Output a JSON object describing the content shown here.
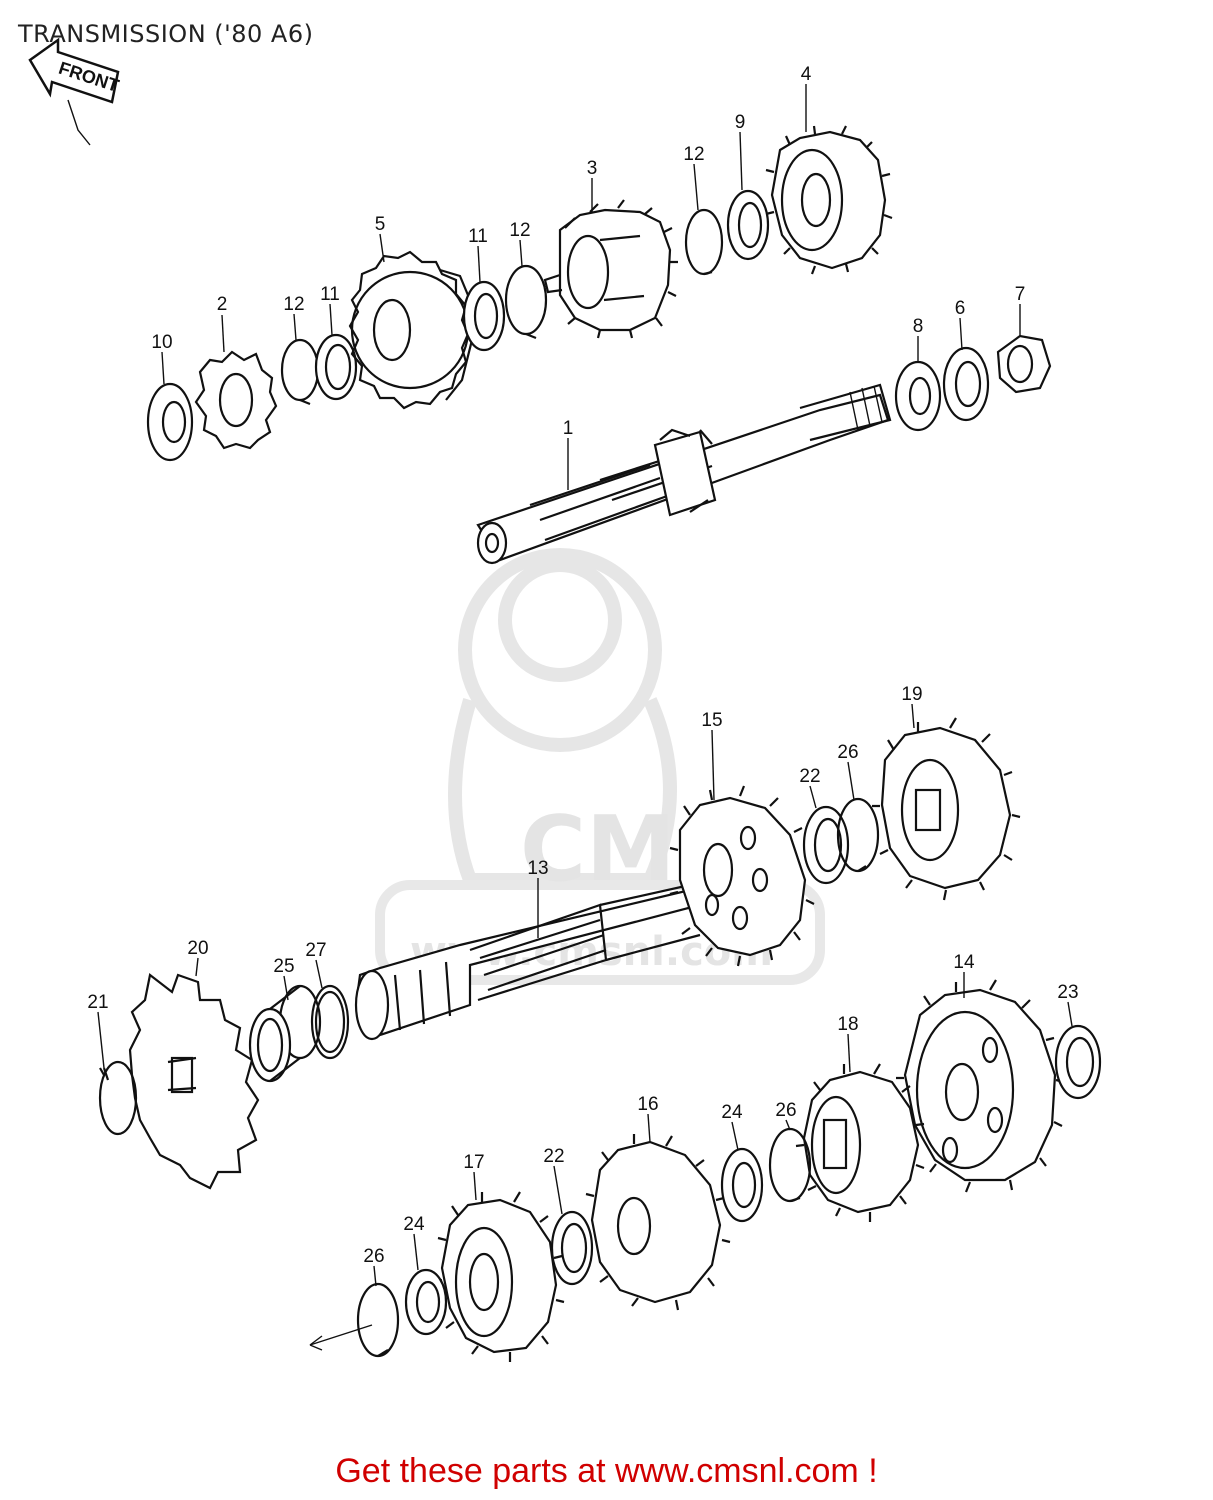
{
  "title": "TRANSMISSION ('80 A6)",
  "front_arrow_label": "FRONT",
  "watermark": {
    "brand": "CMS",
    "url": "www.cmsnl.com"
  },
  "cta": "Get these parts at www.cmsnl.com !",
  "callouts": [
    "1",
    "2",
    "3",
    "4",
    "5",
    "6",
    "7",
    "8",
    "9",
    "10",
    "11",
    "11",
    "12",
    "12",
    "12",
    "13",
    "14",
    "15",
    "16",
    "17",
    "18",
    "19",
    "20",
    "21",
    "22",
    "22",
    "23",
    "24",
    "24",
    "25",
    "26",
    "26",
    "26",
    "27"
  ]
}
